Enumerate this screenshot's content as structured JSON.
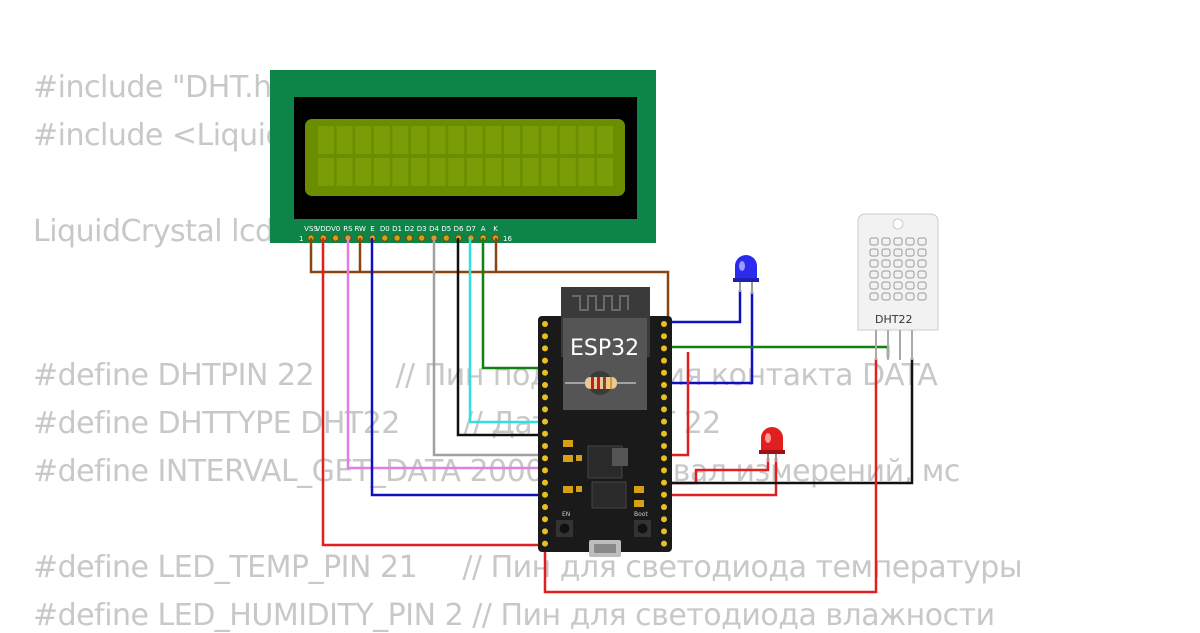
{
  "code_lines": [
    "#include \"DHT.h",
    "#include <Liquid",
    "LiquidCrystal lcd",
    "#define DHTPIN 22         // Пин подключения контакта DATA",
    "#define DHTTYPE DHT22       // Датчик DHT 22",
    "#define INTERVAL_GET_DATA 2000 // интервал измерений, мс",
    "#define LED_TEMP_PIN 21     // Пин для светодиода температуры",
    "#define LED_HUMIDITY_PIN 2 // Пин для светодиода влажности"
  ],
  "lcd": {
    "pins": [
      "VSS",
      "VDD",
      "V0",
      "RS",
      "RW",
      "E",
      "D0",
      "D1",
      "D2",
      "D3",
      "D4",
      "D5",
      "D6",
      "D7",
      "A",
      "K"
    ],
    "first_pin": "1",
    "last_pin": "16"
  },
  "esp32": {
    "label": "ESP32",
    "en_label": "EN",
    "boot_label": "Boot"
  },
  "dht": {
    "label": "DHT22"
  },
  "colors": {
    "lcd_board": "#0d8549",
    "lcd_screen": "#6b8e00",
    "wire_brown": "#8b4513",
    "wire_red": "#e02020",
    "wire_blue": "#1010c0",
    "wire_green": "#108010",
    "wire_cyan": "#30e0e0",
    "wire_violet": "#e080e0",
    "wire_gray": "#a0a0a0",
    "wire_black": "#111111",
    "led_blue": "#2b2bf0",
    "led_red": "#e02020"
  }
}
